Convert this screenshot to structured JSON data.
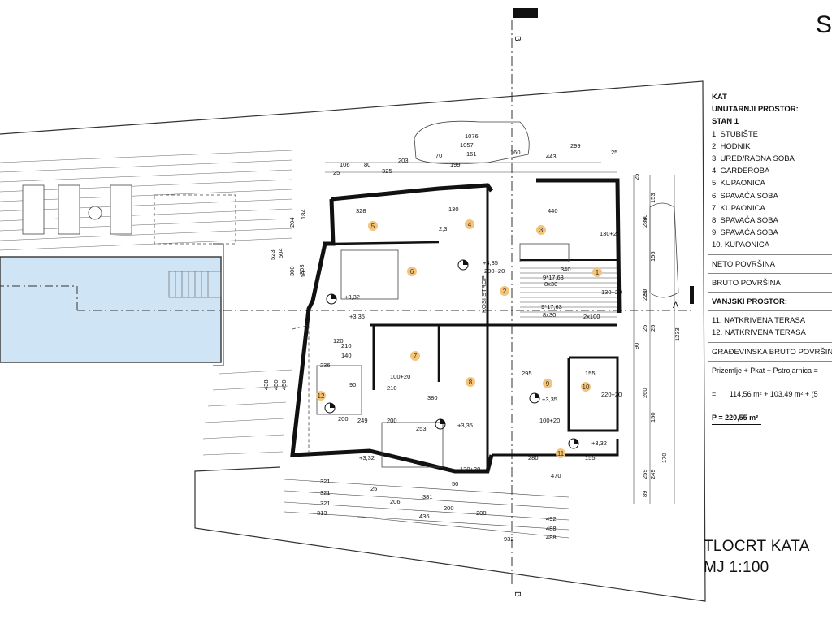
{
  "legend": {
    "floor": "KAT",
    "interior_heading": "UNUTARNJI PROSTOR:",
    "unit": "STAN 1",
    "rooms": [
      "1. STUBIŠTE",
      "2. HODNIK",
      "3. URED/RADNA SOBA",
      "4. GARDEROBA",
      "5. KUPAONICA",
      "6. SPAVAĆA SOBA",
      "7. KUPAONICA",
      "8. SPAVAĆA SOBA",
      "9. SPAVAĆA SOBA",
      "10. KUPAONICA"
    ],
    "net_area": "NETO POVRŠINA",
    "gross_area": "BRUTO POVRŠINA",
    "exterior_heading": "VANJSKI PROSTOR:",
    "exterior_rooms": [
      "11. NATKRIVENA TERASA",
      "12. NATKRIVENA TERASA"
    ],
    "building_gross": "GRAĐEVINSKA BRUTO POVRŠINA",
    "formula_label": "Prizemlje + Pkat + Pstrojarnica =",
    "formula_eq": "=",
    "formula_values": "114,56 m² + 103,49 m² + (5",
    "total": "P = 220,55 m²"
  },
  "title": {
    "line1": "TLOCRT KATA",
    "line2": "MJ 1:100"
  },
  "corner_letter": "S",
  "section_labels": {
    "b_top": "B",
    "b_bottom": "B",
    "a_right": "A"
  },
  "plan_labels": {
    "stair": "KOSI STROP",
    "room_numbers": [
      "1",
      "2",
      "3",
      "4",
      "5",
      "6",
      "7",
      "8",
      "9",
      "10",
      "11",
      "12"
    ]
  },
  "dimensions": {
    "top": [
      "1076",
      "1057",
      "161",
      "70",
      "199",
      "443",
      "299",
      "106",
      "80",
      "325",
      "203",
      "25",
      "25",
      "160"
    ],
    "bottom": [
      "321",
      "321",
      "321",
      "313",
      "25",
      "206",
      "381",
      "200",
      "436",
      "200",
      "492",
      "488",
      "488",
      "932",
      "50"
    ],
    "left": [
      "523",
      "504",
      "300",
      "303",
      "184",
      "204",
      "438",
      "450",
      "450",
      "10"
    ],
    "right": [
      "153",
      "284",
      "156",
      "220",
      "90",
      "90",
      "90",
      "25",
      "25",
      "1233",
      "259",
      "249",
      "170",
      "89",
      "260",
      "150",
      "25"
    ],
    "interior": [
      "328",
      "440",
      "340",
      "9*17,63",
      "8x30",
      "9*17,63",
      "8x30",
      "2x100",
      "295",
      "155",
      "280",
      "155",
      "470",
      "380",
      "253",
      "249",
      "236",
      "210",
      "200",
      "120",
      "140",
      "90",
      "130",
      "+3,32",
      "+3,35",
      "+3,35",
      "+3,35",
      "+3,32",
      "+3,32",
      "+3,35",
      "200",
      "210",
      "100+20",
      "130+20",
      "220+20",
      "100+20",
      "120+20",
      "130+20",
      "200+20",
      "2,3"
    ]
  }
}
